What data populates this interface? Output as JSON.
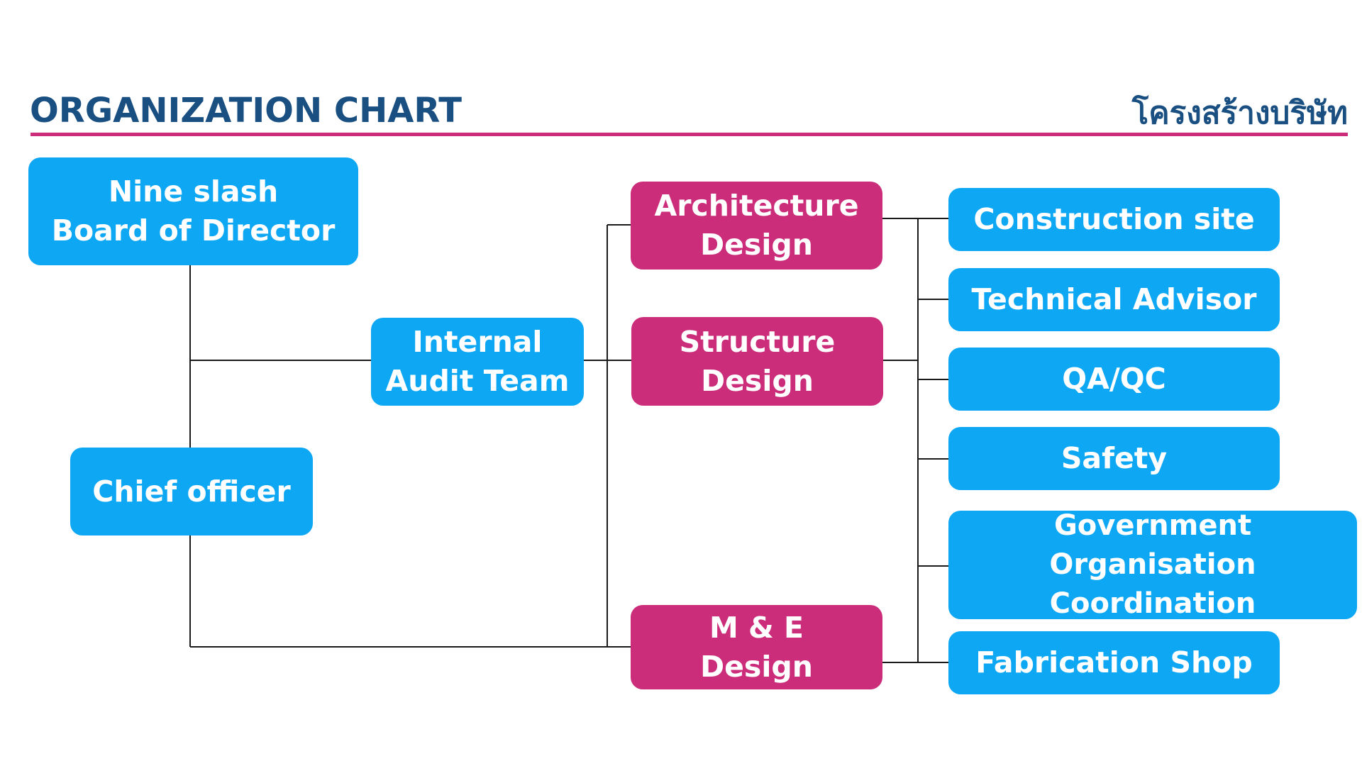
{
  "header": {
    "title": "ORGANIZATION CHART",
    "title_thai": "โครงสร้างบริษัท"
  },
  "colors": {
    "title": "#1a4f82",
    "accent_rule": "#cc2d7a",
    "blue_box": "#0da7f4",
    "pink_box": "#cc2d7a",
    "connector": "#1a1a1a"
  },
  "nodes": {
    "board": "Nine slash\nBoard of Director",
    "chief": "Chief officer",
    "audit": "Internal\nAudit Team",
    "arch": "Architecture\nDesign",
    "struct": "Structure\nDesign",
    "me": "M & E\nDesign",
    "construction": "Construction site",
    "technical": "Technical Advisor",
    "qaqc": "QA/QC",
    "safety": "Safety",
    "government": "Government Organisation\nCoordination",
    "fabrication": "Fabrication Shop"
  }
}
